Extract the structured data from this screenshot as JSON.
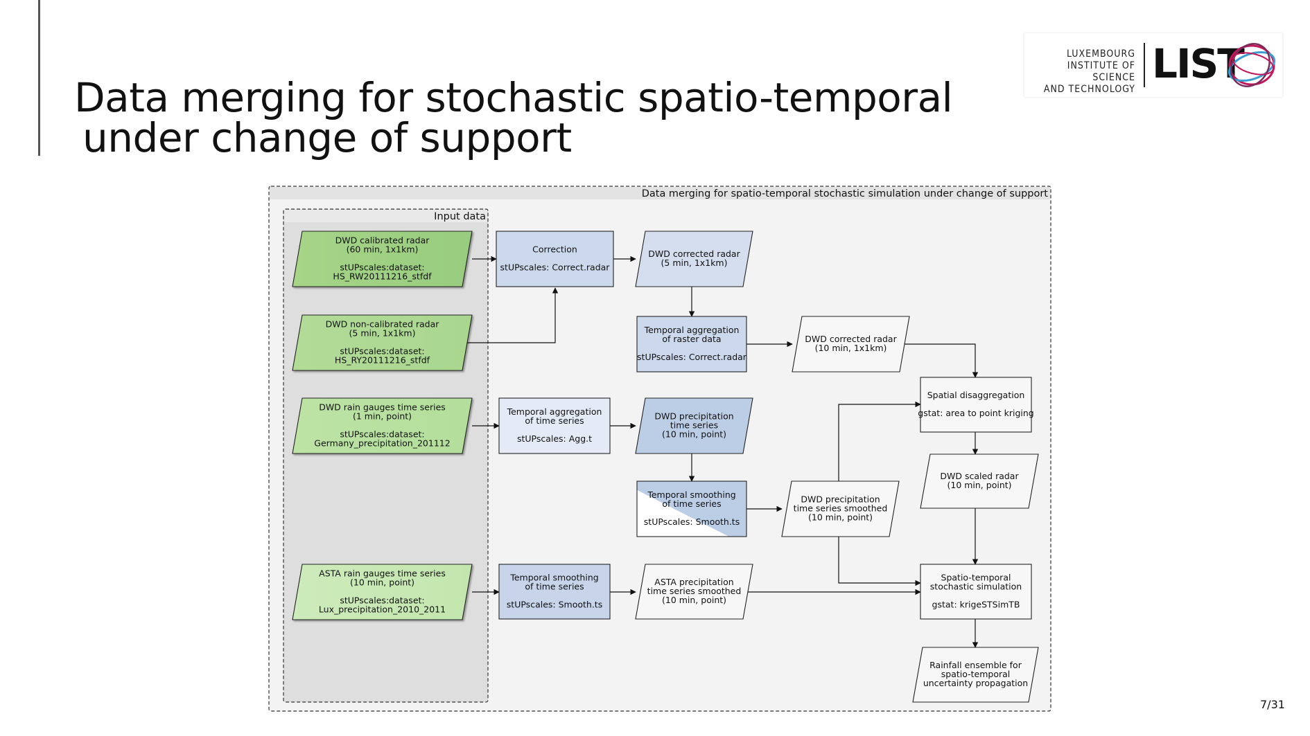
{
  "slide": {
    "title_line1": "Data merging for stochastic spatio-temporal",
    "title_line2": "under change of support",
    "page_number": "7/31"
  },
  "logo": {
    "line1": "LUXEMBOURG",
    "line2": "INSTITUTE OF SCIENCE",
    "line3": "AND TECHNOLOGY",
    "wordmark": "LIST",
    "colors": [
      "#c2185b",
      "#3a9fd0",
      "#7b2c5a"
    ]
  },
  "diagram": {
    "outer_caption": "Data merging for spatio-temporal stochastic simulation under change of support",
    "input_caption": "Input data",
    "nodes": {
      "dwd_cal": [
        "DWD calibrated radar",
        "(60 min, 1x1km)",
        "",
        "stUPscales:dataset:",
        "HS_RW20111216_stfdf"
      ],
      "dwd_noncal": [
        "DWD non-calibrated radar",
        "(5 min, 1x1km)",
        "",
        "stUPscales:dataset:",
        "HS_RY20111216_stfdf"
      ],
      "dwd_gauges": [
        "DWD rain gauges time series",
        "(1 min, point)",
        "",
        "stUPscales:dataset:",
        "Germany_precipitation_201112"
      ],
      "asta_gauges": [
        "ASTA rain gauges time series",
        "(10 min, point)",
        "",
        "stUPscales:dataset:",
        "Lux_precipitation_2010_2011"
      ],
      "correction": [
        "Correction",
        "",
        "stUPscales: Correct.radar"
      ],
      "dwd_corr5": [
        "DWD corrected radar",
        "(5 min, 1x1km)"
      ],
      "temp_agg_raster": [
        "Temporal aggregation",
        "of raster data",
        "",
        "stUPscales: Correct.radar"
      ],
      "dwd_corr10": [
        "DWD corrected radar",
        "(10 min, 1x1km)"
      ],
      "temp_agg_ts": [
        "Temporal aggregation",
        "of time series",
        "",
        "stUPscales: Agg.t"
      ],
      "dwd_precip": [
        "DWD precipitation",
        "time series",
        "(10 min, point)"
      ],
      "temp_smooth_dwd": [
        "Temporal smoothing",
        "of time series",
        "",
        "stUPscales: Smooth.ts"
      ],
      "dwd_precip_smooth": [
        "DWD precipitation",
        "time series smoothed",
        "(10 min, point)"
      ],
      "spatial_disagg": [
        "Spatial disaggregation",
        "",
        "gstat: area to point kriging"
      ],
      "dwd_scaled": [
        "DWD scaled radar",
        "(10 min, point)"
      ],
      "temp_smooth_asta": [
        "Temporal smoothing",
        "of time series",
        "",
        "stUPscales: Smooth.ts"
      ],
      "asta_precip_smooth": [
        "ASTA precipitation",
        "time series smoothed",
        "(10 min, point)"
      ],
      "st_sim": [
        "Spatio-temporal",
        "stochastic simulation",
        "",
        "gstat: krigeSTSimTB"
      ],
      "ensemble": [
        "Rainfall ensemble for",
        "spatio-temporal",
        "uncertainty propagation"
      ]
    }
  }
}
